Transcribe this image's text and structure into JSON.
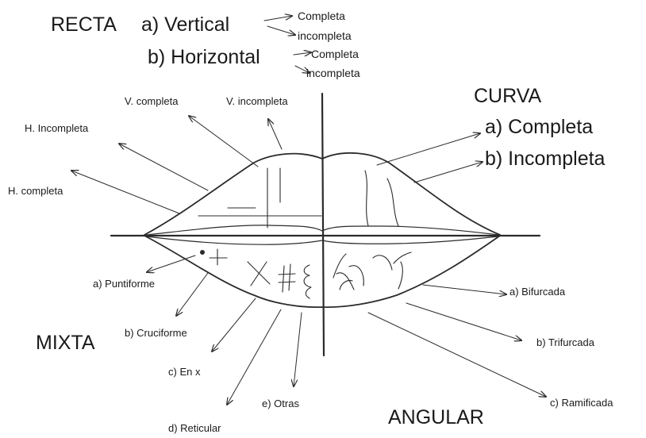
{
  "recta": {
    "title": "RECTA",
    "vertical": "a) Vertical",
    "horizontal": "b) Horizontal",
    "v_completa": "Completa",
    "v_incompleta": "incompleta",
    "h_completa": "Completa",
    "h_incompleta": "incompleta"
  },
  "curva": {
    "title": "CURVA",
    "completa": "a) Completa",
    "incompleta": "b) Incompleta"
  },
  "mixta": {
    "title": "MIXTA",
    "puntiforme": "a) Puntiforme",
    "cruciforme": "b) Cruciforme",
    "en_x": "c) En x",
    "reticular": "d) Reticular",
    "otras": "e) Otras"
  },
  "angular": {
    "title": "ANGULAR",
    "bifurcada": "a) Bifurcada",
    "trifurcada": "b) Trifurcada",
    "ramificada": "c) Ramificada"
  },
  "upper_labels": {
    "v_completa": "V. completa",
    "v_incompleta": "V. incompleta",
    "h_incompleta": "H. Incompleta",
    "h_completa": "H. completa"
  },
  "colors": {
    "stroke": "#2b2b2b",
    "text": "#1a1a1a",
    "background": "#ffffff"
  }
}
